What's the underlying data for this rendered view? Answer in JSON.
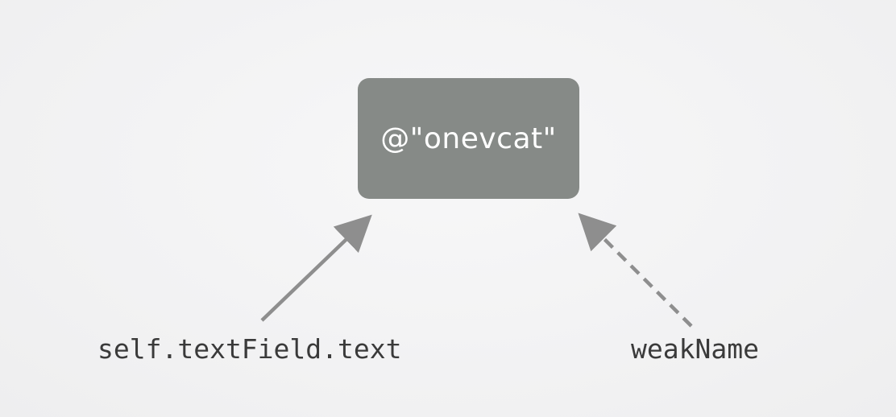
{
  "object": {
    "label": "@\"onevcat\""
  },
  "references": {
    "strong": {
      "label": "self.textField.text"
    },
    "weak": {
      "label": "weakName"
    }
  },
  "colors": {
    "box": "#868a87",
    "arrow": "#8e8e8e",
    "text": "#3a3a3a"
  }
}
